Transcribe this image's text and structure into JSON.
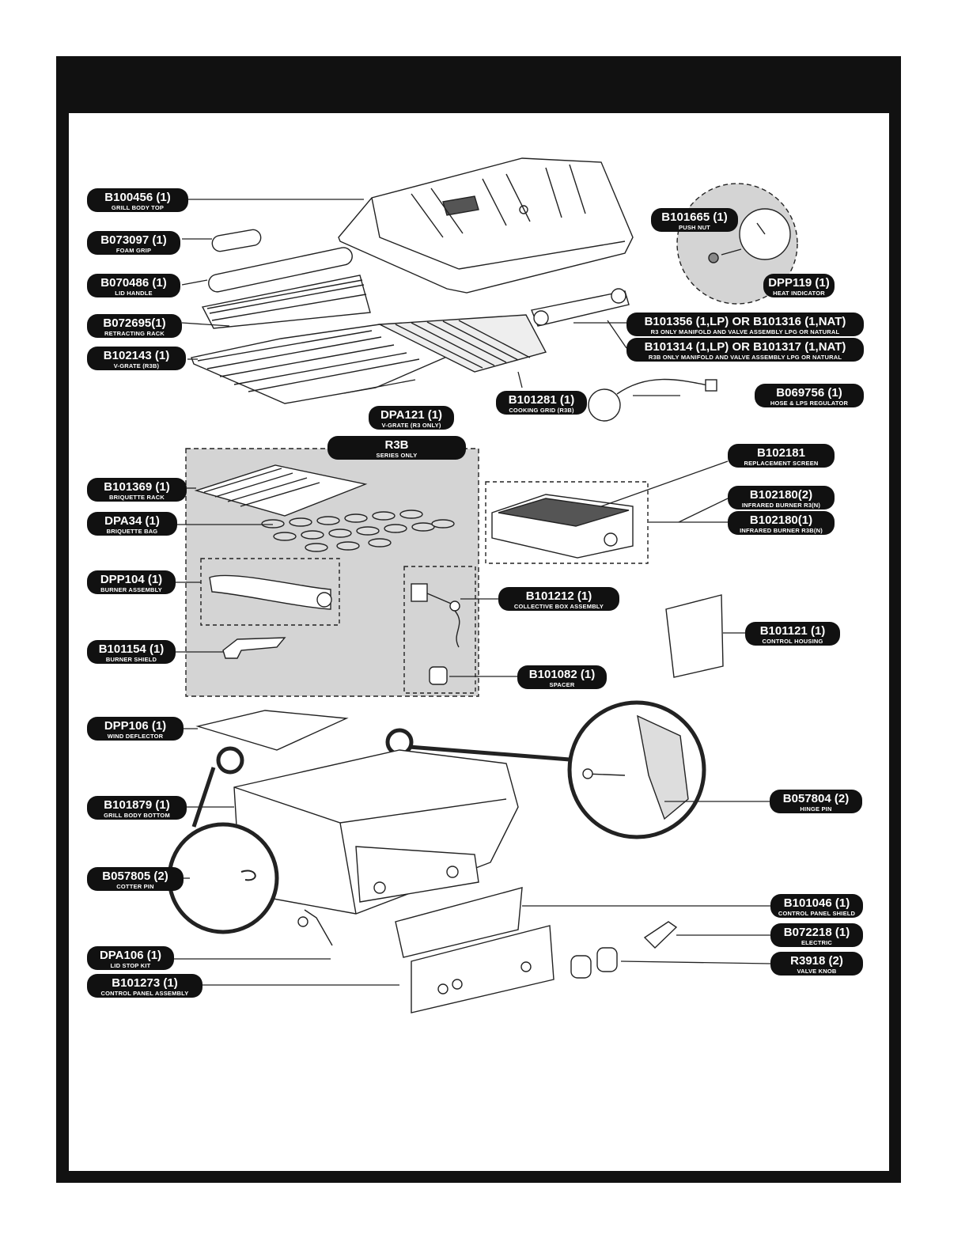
{
  "labels": [
    {
      "id": "grill-body-top",
      "part": "B100456 (1)",
      "desc": "GRILL BODY TOP"
    },
    {
      "id": "foam-grip",
      "part": "B073097 (1)",
      "desc": "FOAM GRIP"
    },
    {
      "id": "lid-handle",
      "part": "B070486 (1)",
      "desc": "LID HANDLE"
    },
    {
      "id": "retracting-rack",
      "part": "B072695(1)",
      "desc": "RETRACTING RACK"
    },
    {
      "id": "v-grate-r3b",
      "part": "B102143 (1)",
      "desc": "V-GRATE (R3B)"
    },
    {
      "id": "v-grate-r3",
      "part": "DPA121 (1)",
      "desc": "V-GRATE (R3 ONLY)"
    },
    {
      "id": "cooking-grid",
      "part": "B101281 (1)",
      "desc": "COOKING GRID (R3B)"
    },
    {
      "id": "push-nut",
      "part": "B101665 (1)",
      "desc": "PUSH NUT"
    },
    {
      "id": "heat-indicator",
      "part": "DPP119 (1)",
      "desc": "HEAT INDICATOR"
    },
    {
      "id": "manifold-r3",
      "part": "B101356  (1,LP)  OR B101316 (1,NAT)",
      "desc": "R3 ONLY MANIFOLD AND VALVE ASSEMBLY LPG OR NATURAL"
    },
    {
      "id": "manifold-r3b",
      "part": "B101314  (1,LP)  OR B101317 (1,NAT)",
      "desc": "R3B ONLY MANIFOLD AND VALVE ASSEMBLY LPG OR NATURAL"
    },
    {
      "id": "hose-regulator",
      "part": "B069756 (1)",
      "desc": "HOSE & LPS REGULATOR"
    },
    {
      "id": "r3b-series",
      "part": "R3B",
      "desc": "SERIES ONLY"
    },
    {
      "id": "replacement-screen",
      "part": "B102181",
      "desc": "REPLACEMENT SCREEN"
    },
    {
      "id": "infrared-burner-r3",
      "part": "B102180(2)",
      "desc": "INFRARED BURNER R3(N)"
    },
    {
      "id": "infrared-burner-r3b",
      "part": "B102180(1)",
      "desc": "INFRARED BURNER R3B(N)"
    },
    {
      "id": "briquette-rack",
      "part": "B101369 (1)",
      "desc": "BRIQUETTE RACK"
    },
    {
      "id": "briquette-bag",
      "part": "DPA34 (1)",
      "desc": "BRIQUETTE BAG"
    },
    {
      "id": "burner-assembly",
      "part": "DPP104 (1)",
      "desc": "BURNER ASSEMBLY"
    },
    {
      "id": "collective-box",
      "part": "B101212 (1)",
      "desc": "COLLECTIVE BOX ASSEMBLY"
    },
    {
      "id": "burner-shield",
      "part": "B101154 (1)",
      "desc": "BURNER SHIELD"
    },
    {
      "id": "control-housing",
      "part": "B101121 (1)",
      "desc": "CONTROL HOUSING"
    },
    {
      "id": "spacer",
      "part": "B101082 (1)",
      "desc": "SPACER"
    },
    {
      "id": "wind-deflector",
      "part": "DPP106 (1)",
      "desc": "WIND DEFLECTOR"
    },
    {
      "id": "hinge-pin",
      "part": "B057804 (2)",
      "desc": "HINGE PIN"
    },
    {
      "id": "grill-body-bottom",
      "part": "B101879 (1)",
      "desc": "GRILL BODY BOTTOM"
    },
    {
      "id": "cotter-pin",
      "part": "B057805 (2)",
      "desc": "COTTER PIN"
    },
    {
      "id": "control-panel-shield",
      "part": "B101046 (1)",
      "desc": "CONTROL PANEL SHIELD"
    },
    {
      "id": "electric",
      "part": "B072218 (1)",
      "desc": "ELECTRIC"
    },
    {
      "id": "valve-knob",
      "part": "R3918 (2)",
      "desc": "VALVE KNOB"
    },
    {
      "id": "lid-stop-kit",
      "part": "DPA106 (1)",
      "desc": "LID STOP KIT"
    },
    {
      "id": "control-panel-assembly",
      "part": "B101273 (1)",
      "desc": "CONTROL PANEL ASSEMBLY"
    }
  ]
}
